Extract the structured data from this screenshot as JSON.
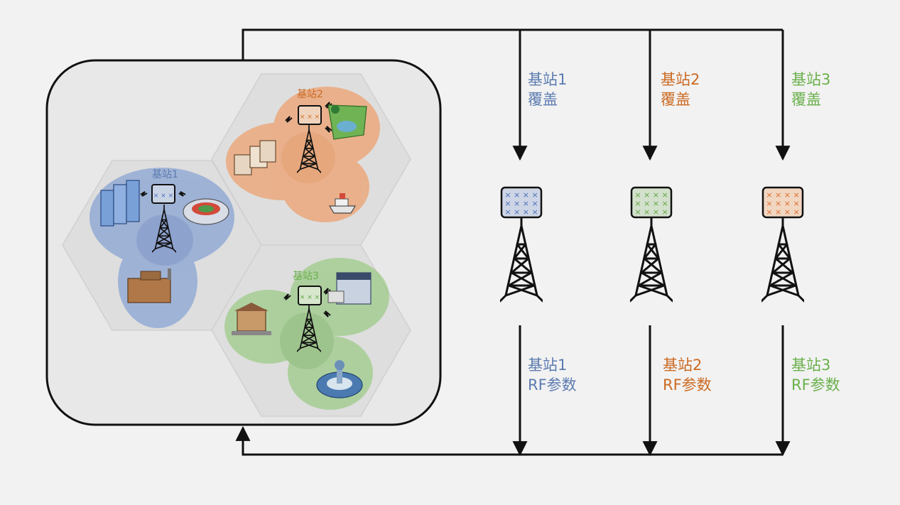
{
  "colors": {
    "bs1": "#5b7bb0",
    "bs2": "#cc6a22",
    "bs3": "#6ab04c",
    "line": "#111111",
    "panel": "#e8e8e8",
    "hex": "#dcdcdc"
  },
  "map": {
    "bs1_label": "基站1",
    "bs2_label": "基站2",
    "bs3_label": "基站3"
  },
  "coverage": [
    {
      "line1": "基站1",
      "line2": "覆盖"
    },
    {
      "line1": "基站2",
      "line2": "覆盖"
    },
    {
      "line1": "基站3",
      "line2": "覆盖"
    }
  ],
  "rf": [
    {
      "line1": "基站1",
      "line2": "RF参数"
    },
    {
      "line1": "基站2",
      "line2": "RF参数"
    },
    {
      "line1": "基站3",
      "line2": "RF参数"
    }
  ],
  "icons": [
    "cell-tower-icon",
    "antenna-panel-icon",
    "building-icon",
    "stadium-icon",
    "factory-icon",
    "park-icon",
    "ship-icon",
    "warehouse-icon",
    "airport-icon"
  ]
}
